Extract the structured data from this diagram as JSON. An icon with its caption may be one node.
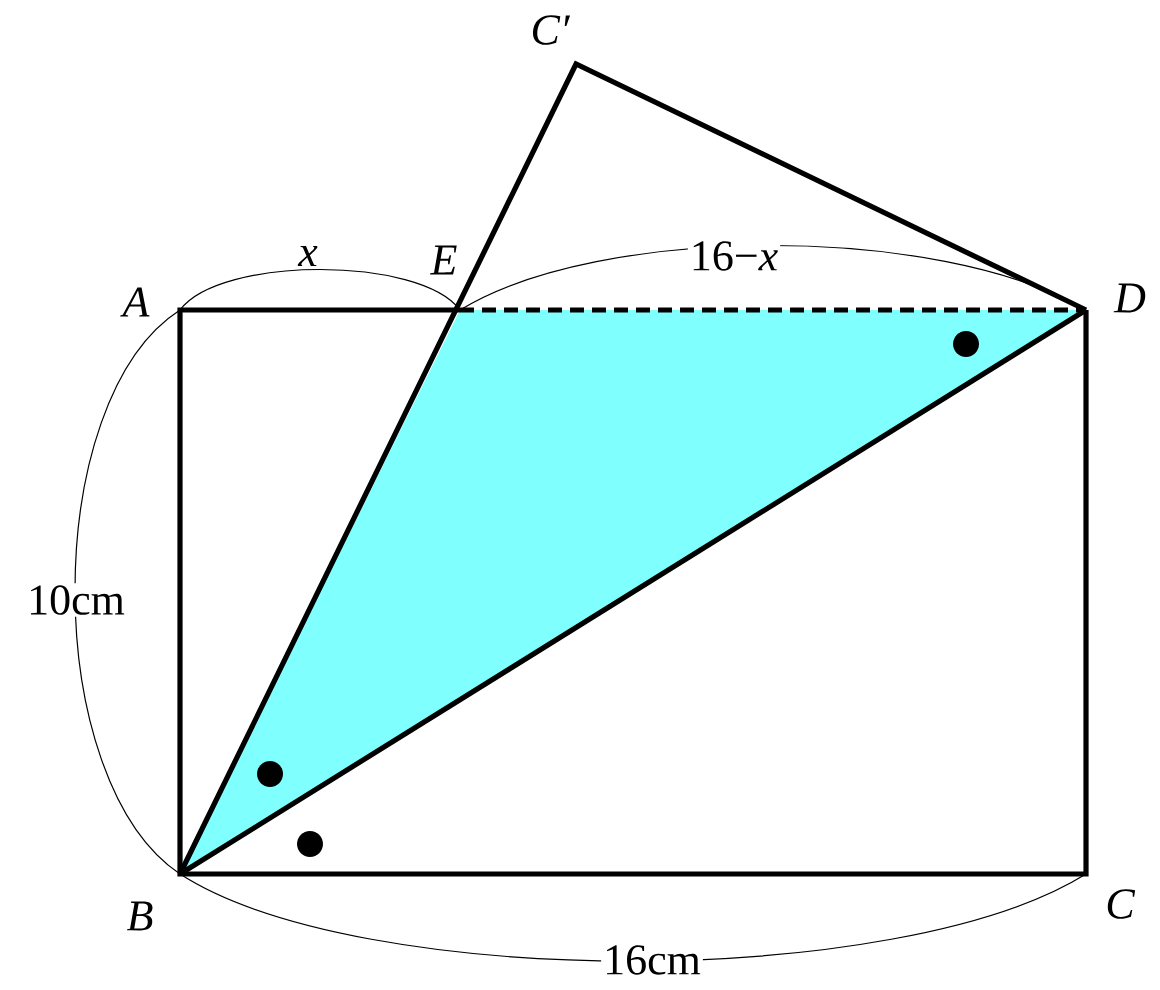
{
  "diagram": {
    "labels": [
      "C′",
      "A",
      "*x*",
      "E",
      "16−*x*",
      "D",
      "10cm",
      "B",
      "C",
      "16cm"
    ]
  }
}
